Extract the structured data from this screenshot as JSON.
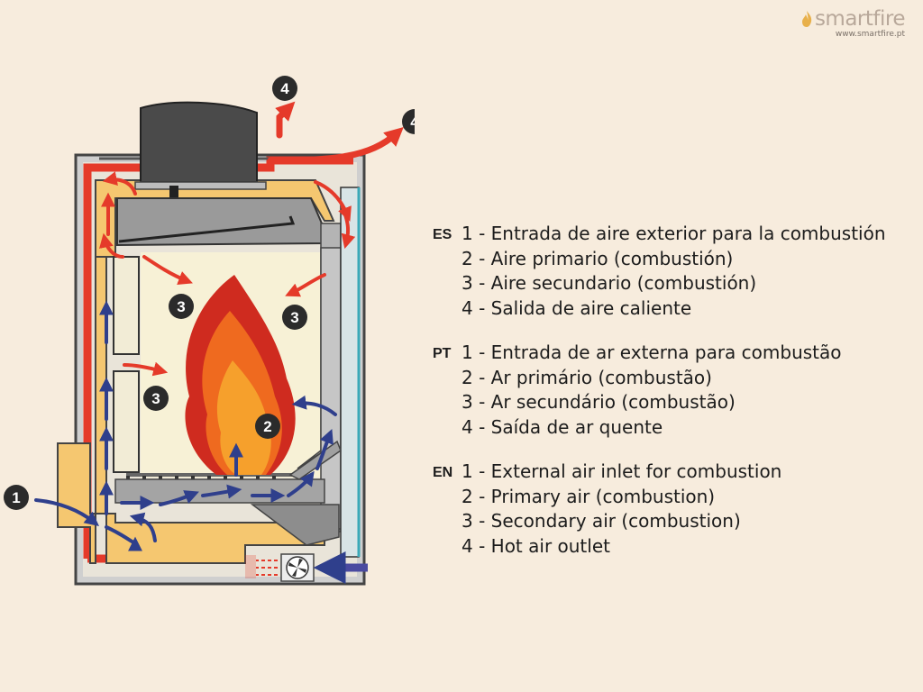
{
  "brand": {
    "name": "smartfire",
    "url": "www.smartfire.pt"
  },
  "diagram": {
    "labels": {
      "external_inlet": "1",
      "primary_air": "2",
      "secondary_air": "3",
      "hot_air_outlet": "4"
    }
  },
  "legend": [
    {
      "lang": "ES",
      "lines": [
        "1 - Entrada de aire exterior para la combustión",
        "2 - Aire primario (combustión)",
        "3 - Aire secundario (combustión)",
        "4 - Salida de aire caliente"
      ]
    },
    {
      "lang": "PT",
      "lines": [
        "1 - Entrada de ar externa para combustão",
        "2 - Ar primário (combustão)",
        "3 - Ar secundário (combustão)",
        "4 - Saída de ar quente"
      ]
    },
    {
      "lang": "EN",
      "lines": [
        "1 - External air inlet for combustion",
        "2 - Primary air (combustion)",
        "3 - Secondary air (combustion)",
        "4 - Hot air outlet"
      ]
    }
  ],
  "colors": {
    "background": "#f7ecdd",
    "hot_air": "#e53a2a",
    "cold_air": "#2f3f8c",
    "insulation": "#f5c770",
    "firebox": "#f7f1d6",
    "steel": "#8c8c8c",
    "badge": "#2b2b2b"
  }
}
